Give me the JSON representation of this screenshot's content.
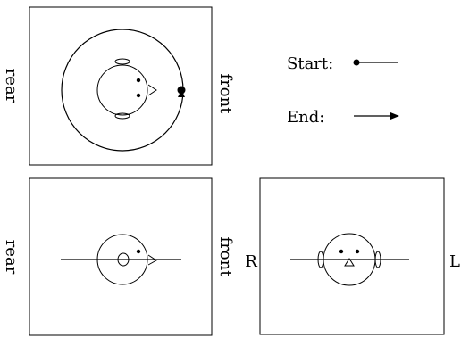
{
  "labels": {
    "rear": "rear",
    "front": "front",
    "right": "R",
    "left": "L",
    "start": "Start:",
    "end": "End:"
  },
  "colors": {
    "stroke": "#000000",
    "background": "#ffffff"
  },
  "icons": [
    "head-top-icon",
    "head-side-icon",
    "head-front-icon",
    "start-marker-icon",
    "end-arrow-icon"
  ]
}
